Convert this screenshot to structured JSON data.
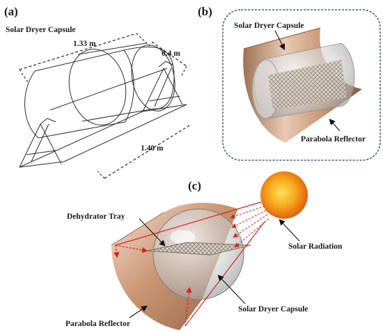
{
  "panels": {
    "a": {
      "tag": "(a)",
      "capsule_label": "Solar Dryer Capsule",
      "length_dim": "1.33 m",
      "diameter_dim": "0.4 m",
      "base_dim": "1.40 m"
    },
    "b": {
      "tag": "(b)",
      "capsule_label": "Solar Dryer Capsule",
      "reflector_label": "Parabola Reflector"
    },
    "c": {
      "tag": "(c)",
      "tray_label": "Dehydrator Tray",
      "radiation_label": "Solar Radiation",
      "capsule_label": "Solar Dryer Capsule",
      "reflector_label": "Parabola Reflector"
    }
  },
  "colors": {
    "frame_box_stroke": "#1f3a5a",
    "reflector": "#c89a78",
    "sun": "#f39a12",
    "ray": "#d9221c"
  }
}
